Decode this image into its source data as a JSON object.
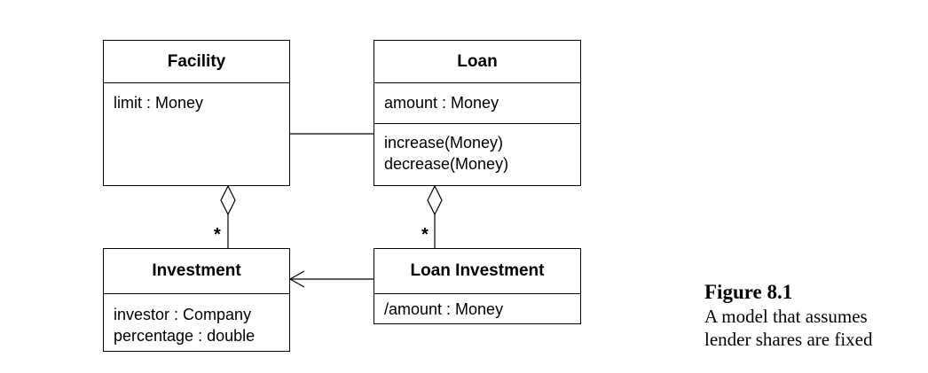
{
  "classes": {
    "facility": {
      "name": "Facility",
      "attributes": [
        "limit : Money"
      ]
    },
    "loan": {
      "name": "Loan",
      "attributes": [
        "amount : Money"
      ],
      "operations": [
        "increase(Money)",
        "decrease(Money)"
      ]
    },
    "investment": {
      "name": "Investment",
      "attributes": [
        "investor : Company",
        "percentage : double"
      ]
    },
    "loan_investment": {
      "name": "Loan Investment",
      "attributes": [
        "/amount : Money"
      ]
    }
  },
  "associations": {
    "facility_investment_multiplicity": "*",
    "loan_loaninvestment_multiplicity": "*"
  },
  "caption": {
    "title": "Figure 8.1",
    "lines": [
      "A model that assumes",
      "lender shares are fixed"
    ]
  }
}
